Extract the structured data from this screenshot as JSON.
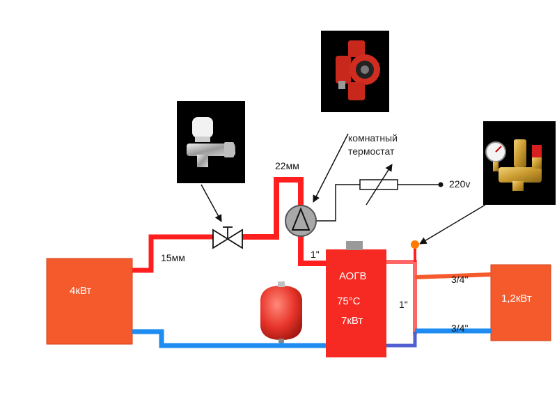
{
  "colors": {
    "hot_pipe": "#ff1f1f",
    "cold_pipe": "#1e8cf0",
    "boiler": "#f62a22",
    "radiator": "#f55a2c",
    "photo_bg": "#000000",
    "pump_body": "#a8a8a8",
    "safety_dot": "#ff7a00",
    "expansion_tank": "#e8342a"
  },
  "labels": {
    "radiator_left": "4кВт",
    "radiator_right": "1,2кВт",
    "boiler_name": "АОГВ",
    "boiler_temp": "75°C",
    "boiler_power": "7кВт",
    "pipe_15": "15мм",
    "pipe_22": "22мм",
    "pipe_1_top": "1\"",
    "pipe_1_mid": "1\"",
    "pipe_34_top": "3/4\"",
    "pipe_34_bottom": "3/4\"",
    "thermostat_line1": "комнатный",
    "thermostat_line2": "термостат",
    "voltage": "220v"
  },
  "icons": {
    "valve_photo": "thermostatic-valve-icon",
    "pump_photo": "circulation-pump-icon",
    "safety_group_photo": "safety-group-icon",
    "pump_symbol": "pump-symbol-icon",
    "valve_symbol": "valve-symbol-icon",
    "thermostat_symbol": "variable-resistor-icon",
    "expansion_tank": "expansion-tank-icon"
  }
}
